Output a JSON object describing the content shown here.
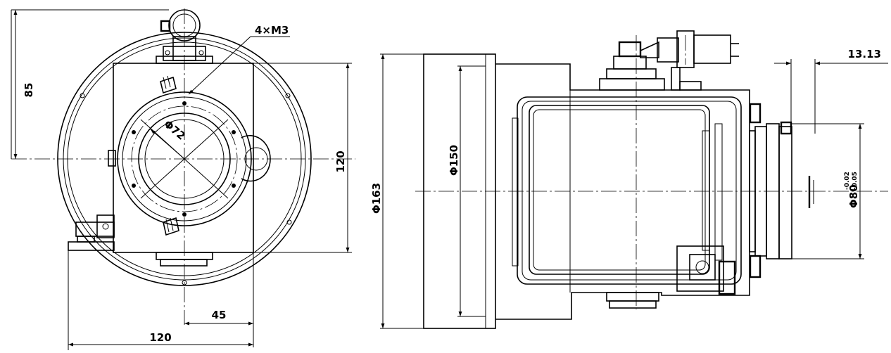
{
  "front_view": {
    "dim_height": "85",
    "dim_width_bottom": "120",
    "dim_offset": "45",
    "dim_height_right": "120",
    "dim_bore": "Φ72",
    "callout_holes": "4×M3"
  },
  "side_view": {
    "dim_outer_dia": "Φ163",
    "dim_inner_dia": "Φ150",
    "dim_flange_offset": "13.13",
    "dim_spigot_dia": "Φ80",
    "tol_upper": "-0.02",
    "tol_lower": "-0.05"
  }
}
